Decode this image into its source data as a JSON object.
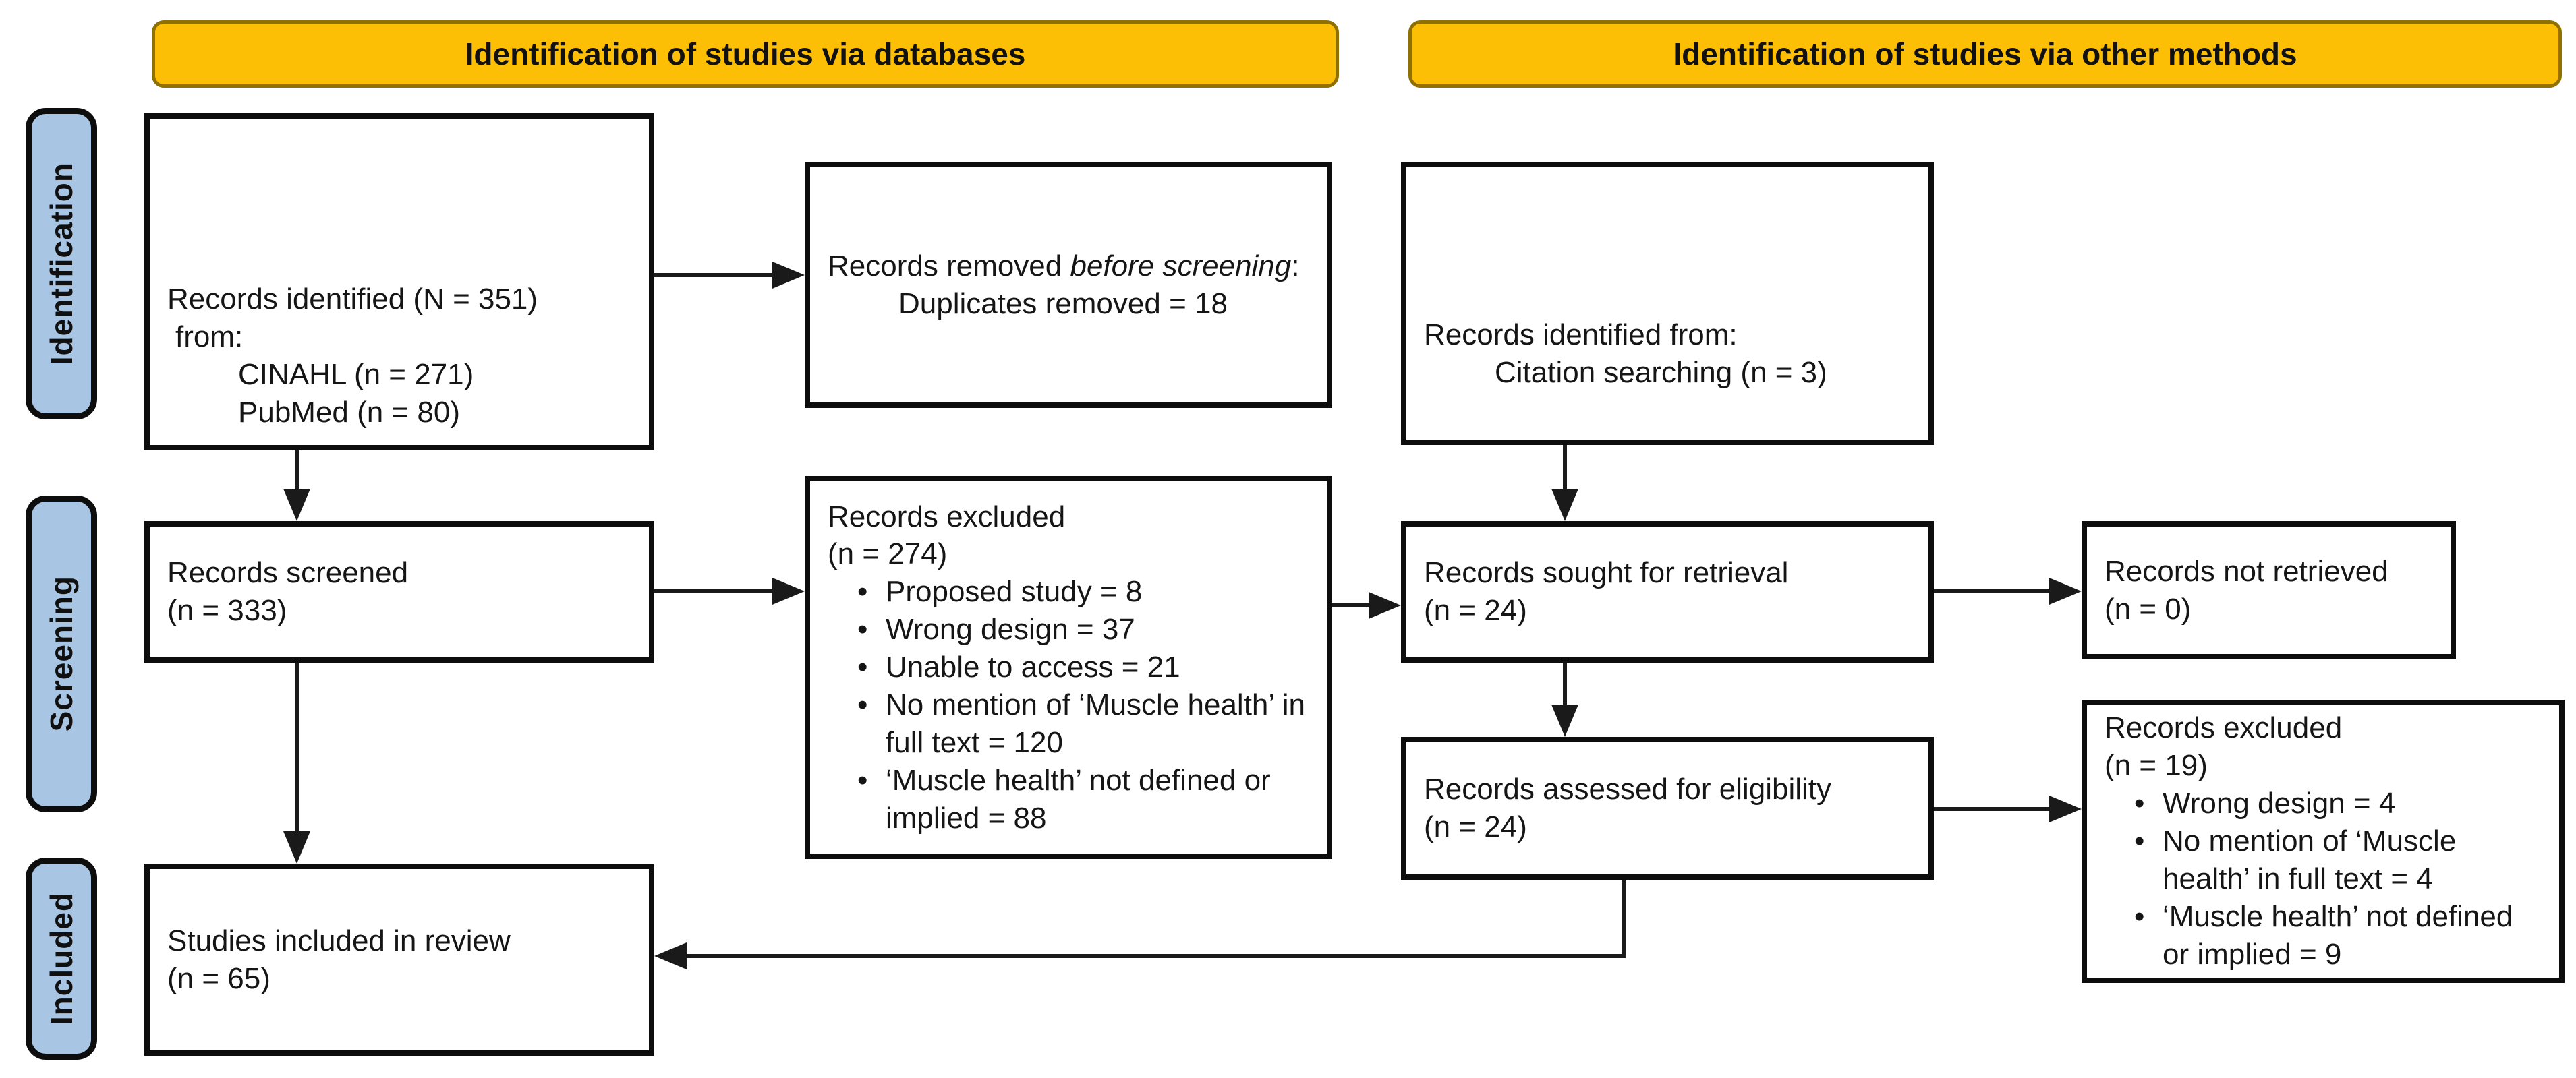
{
  "colors": {
    "banner_fill": "#FDBF05",
    "banner_border": "#8F7000",
    "stage_fill": "#A8C6E4",
    "box_border": "#0D0D0D",
    "arrow": "#1A1A1A"
  },
  "banners": [
    {
      "label": "Identification of studies via databases"
    },
    {
      "label": "Identification of studies via other methods"
    }
  ],
  "stages": [
    {
      "label": "Identification"
    },
    {
      "label": "Screening"
    },
    {
      "label": "Included"
    }
  ],
  "boxes": {
    "records_identified": {
      "lines": [
        {
          "text": "Records identified (N = 351)"
        },
        {
          "text": "from:",
          "indent": 12
        },
        {
          "text": "CINAHL (n = 271)",
          "indent": 105
        },
        {
          "text": "PubMed (n = 80)",
          "indent": 105
        }
      ]
    },
    "records_removed": {
      "lines": [
        {
          "runs": [
            {
              "t": "Records removed "
            },
            {
              "t": "before screening",
              "i": true
            },
            {
              "t": ":"
            }
          ]
        },
        {
          "text": "Duplicates removed = 18",
          "indent": 105
        }
      ]
    },
    "citation_identified": {
      "lines": [
        {
          "text": "Records identified from:"
        },
        {
          "text": "Citation searching (n = 3)",
          "indent": 105
        }
      ]
    },
    "records_screened": {
      "lines": [
        {
          "text": "Records screened"
        },
        {
          "text": "(n = 333)"
        }
      ]
    },
    "records_excluded_screening": {
      "lines": [
        {
          "text": "Records excluded"
        },
        {
          "text": "(n = 274)"
        },
        {
          "text": "Proposed study = 8",
          "bullet": true
        },
        {
          "text": "Wrong design = 37",
          "bullet": true
        },
        {
          "text": "Unable to access = 21",
          "bullet": true
        },
        {
          "text": "No mention of ‘Muscle health’ in full text = 120",
          "bullet": true
        },
        {
          "text": "‘Muscle health’ not defined or implied = 88",
          "bullet": true
        }
      ]
    },
    "records_sought": {
      "lines": [
        {
          "text": "Records sought for retrieval"
        },
        {
          "text": "(n = 24)"
        }
      ]
    },
    "records_not_retrieved": {
      "lines": [
        {
          "text": "Records not retrieved"
        },
        {
          "text": "(n = 0)"
        }
      ]
    },
    "records_assessed": {
      "lines": [
        {
          "text": "Records assessed for eligibility"
        },
        {
          "text": "(n = 24)"
        }
      ]
    },
    "records_excluded_eligibility": {
      "lines": [
        {
          "text": "Records excluded"
        },
        {
          "text": "(n = 19)"
        },
        {
          "text": "Wrong design = 4",
          "bullet": true
        },
        {
          "text": "No mention of ‘Muscle health’ in full text = 4",
          "bullet": true
        },
        {
          "text": "‘Muscle health’ not defined or implied = 9",
          "bullet": true
        }
      ]
    },
    "studies_included": {
      "lines": [
        {
          "text": "Studies included in review"
        },
        {
          "text": "(n = 65)"
        }
      ]
    }
  }
}
